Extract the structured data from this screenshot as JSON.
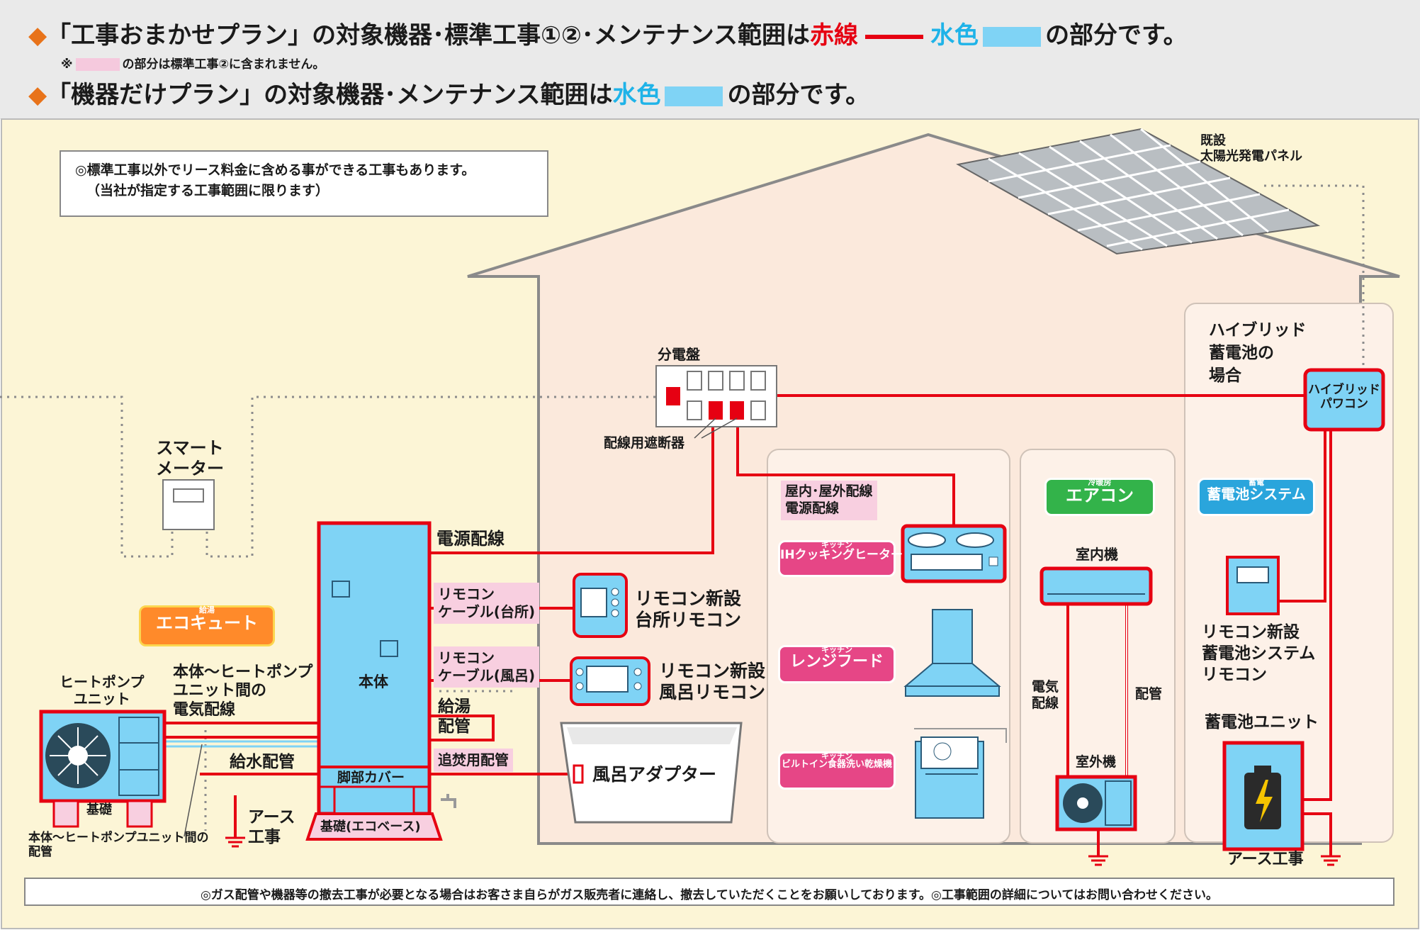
{
  "header": {
    "line1_quote": "「工事おまかせプラン」",
    "line1_mid": "の対象機器･標準工事①②･メンテナンス範囲は",
    "line1_red": "赤線",
    "line1_cyan": "水色",
    "line1_end": "の部分です。",
    "note_mark": "※",
    "note_text": "の部分は標準工事②に含まれません。",
    "line2_quote": "「機器だけプラン」",
    "line2_mid": "の対象機器･メンテナンス範囲は",
    "line2_cyan": "水色",
    "line2_end": "の部分です。"
  },
  "notes": {
    "top_line1": "◎標準工事以外でリース料金に含める事ができる工事もあります。",
    "top_line2": "（当社が指定する工事範囲に限ります）",
    "bottom": "◎ガス配管や機器等の撤去工事が必要となる場合はお客さま自らがガス販売者に連絡し、撤去していただくことをお願いしております。◎工事範囲の詳細についてはお問い合わせください。"
  },
  "labels": {
    "solar": "既設\n太陽光発電パネル",
    "smart_meter": "スマート\nメーター",
    "panel": "分電盤",
    "breaker": "配線用遮断器",
    "power_wiring": "電源配線",
    "remocon_kitchen_cable": "リモコン\nケーブル(台所)",
    "remocon_bath_cable": "リモコン\nケーブル(風呂)",
    "kitchen_remocon": "リモコン新設\n台所リモコン",
    "bath_remocon": "リモコン新設\n風呂リモコン",
    "hot_water_pipe": "給湯\n配管",
    "reheat_pipe": "追焚用配管",
    "bath_adapter": "風呂アダプター",
    "main_body": "本体",
    "foot_cover": "脚部カバー",
    "base_eco": "基礎(エコベース)",
    "water_supply": "給水配管",
    "earth_work_left": "アース\n工事",
    "heat_pump_unit": "ヒートポンプ\nユニット",
    "hp_wiring": "本体～ヒートポンプ\nユニット間の\n電気配線",
    "hp_piping": "本体～ヒートポンプユニット間の\n配管",
    "hp_base": "基礎",
    "indoor_outdoor_wiring": "屋内･屋外配線\n電源配線",
    "indoor_unit": "室内機",
    "outdoor_unit": "室外機",
    "ac_wiring": "電気\n配線",
    "ac_piping": "配管",
    "hybrid_case": "ハイブリッド\n蓄電池の\n場合",
    "hybrid_pcs": "ハイブリッド\nパワコン",
    "battery_remocon": "リモコン新設\n蓄電池システム\nリモコン",
    "battery_unit": "蓄電池ユニット",
    "earth_work_right": "アース工事"
  },
  "badges": {
    "ecocute_small": "給湯",
    "ecocute": "エコキュート",
    "ih_small": "キッチン",
    "ih": "IHクッキングヒーター",
    "hood_small": "キッチン",
    "hood": "レンジフード",
    "dish_small": "キッチン",
    "dish": "ビルトイン食器洗い乾燥機",
    "ac_small": "冷暖房",
    "ac": "エアコン",
    "battery_small": "蓄電",
    "battery": "蓄電池システム"
  },
  "colors": {
    "red": "#e60012",
    "cyan_fill": "#7fd3f5",
    "pink": "#f8cfe0",
    "house": "#fbe9dc",
    "background": "#fcf5d6",
    "accent_orange": "#e8731a"
  }
}
